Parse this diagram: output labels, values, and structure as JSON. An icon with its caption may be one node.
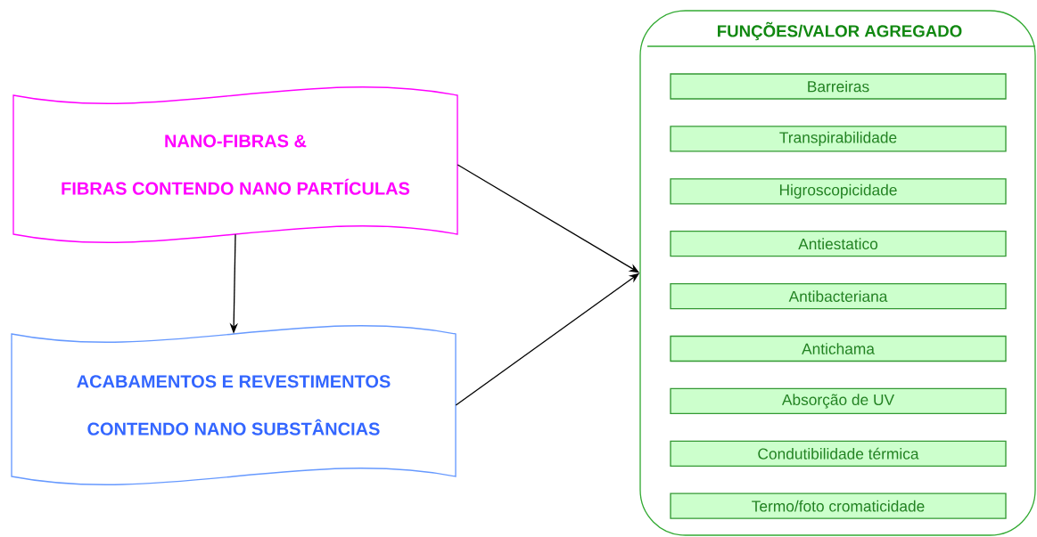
{
  "diagram": {
    "nodes": [
      {
        "text": [
          "NANO-FIBRAS &",
          "FIBRAS CONTENDO NANO PARTÍCULAS"
        ]
      },
      {
        "text": [
          "ACABAMENTOS E REVESTIMENTOS",
          "CONTENDO NANO SUBSTÂNCIAS"
        ]
      },
      {
        "text": [
          "FUNÇÕES/VALOR AGREGADO"
        ]
      },
      {
        "text": [
          "Barreiras"
        ],
        "in": 2
      },
      {
        "text": [
          "Transpirabilidade"
        ],
        "in": 2
      },
      {
        "text": [
          "Higroscopicidade"
        ],
        "in": 2
      },
      {
        "text": [
          "Antiestatico"
        ],
        "in": 2
      },
      {
        "text": [
          "Antibacteriana"
        ],
        "in": 2
      },
      {
        "text": [
          "Antichama"
        ],
        "in": 2
      },
      {
        "text": [
          "Absorção de UV"
        ],
        "in": 2
      },
      {
        "text": [
          "Condutibilidade térmica"
        ],
        "in": 2
      },
      {
        "text": [
          "Termo/foto cromaticidade"
        ],
        "in": 2
      }
    ],
    "edges": [
      {
        "from": 0,
        "to": 2,
        "arrow": "to"
      },
      {
        "from": 0,
        "to": 1,
        "arrow": "to"
      },
      {
        "from": 1,
        "to": 2,
        "arrow": "to"
      }
    ]
  }
}
